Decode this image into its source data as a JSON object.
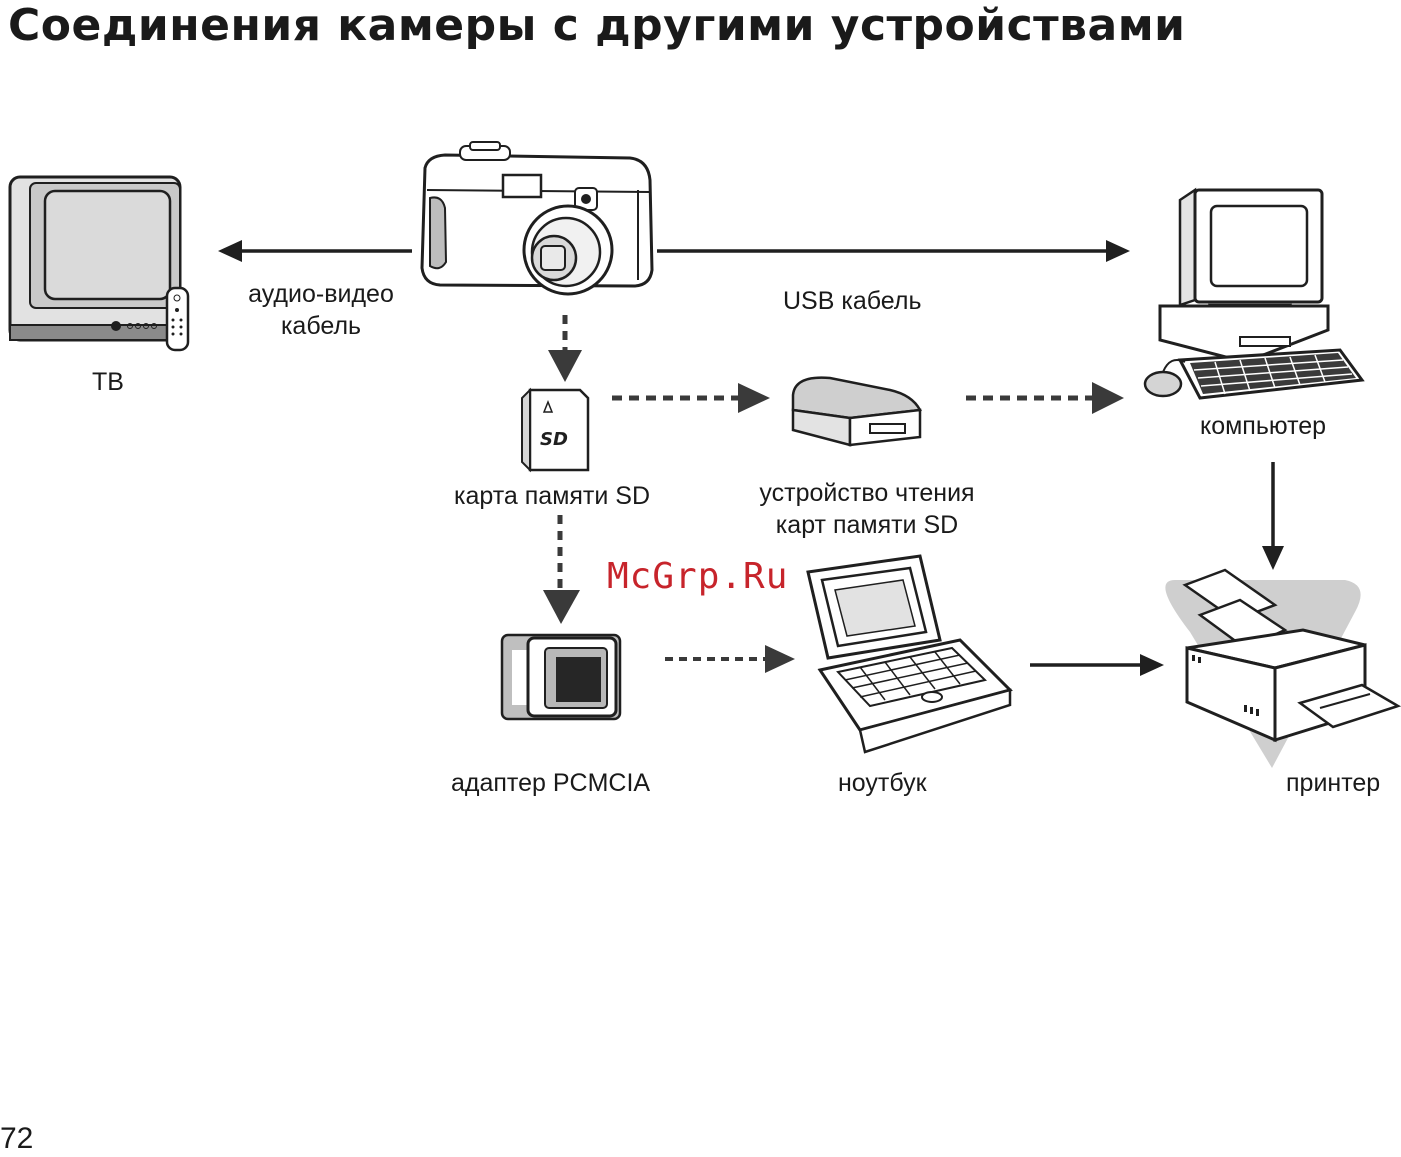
{
  "page_title": "Соединения камеры с другими устройствами",
  "labels": {
    "tv": "ТВ",
    "av_cable_line1": "аудио-видео",
    "av_cable_line2": "кабель",
    "usb_cable": "USB кабель",
    "computer": "компьютер",
    "sd_card": "карта памяти SD",
    "card_reader_line1": "устройство чтения",
    "card_reader_line2": "карт памяти SD",
    "pcmcia_adapter": "адаптер PCMCIA",
    "laptop": "ноутбук",
    "printer": "принтер"
  },
  "watermark": "McGrp.Ru",
  "page_number": "72",
  "sd_logo": "SD",
  "colors": {
    "line": "#1f1f1f",
    "arrow": "#3a3a3a",
    "gray_fill": "#d4d4d4",
    "watermark": "#c7242b"
  }
}
